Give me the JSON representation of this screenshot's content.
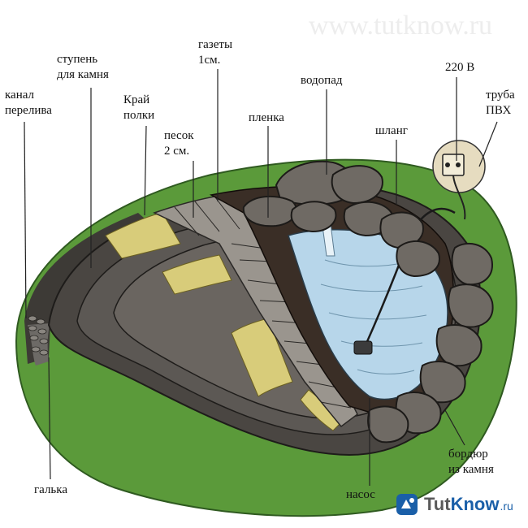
{
  "labels": {
    "kanal": [
      "канал",
      "перелива"
    ],
    "stupen": [
      "ступень",
      "для камня"
    ],
    "kray": [
      "Край",
      "полки"
    ],
    "pesok": [
      "песок",
      "2 см."
    ],
    "gazety": [
      "газеты",
      "1см."
    ],
    "plenka": "пленка",
    "vodopad": "водопад",
    "v220": "220 В",
    "truba": [
      "труба",
      "ПВХ"
    ],
    "shlang": "шланг",
    "galka": "галька",
    "nasos": "насос",
    "bordyur": [
      "бордюр",
      "из камня"
    ]
  },
  "brand": {
    "name_part1": "Tut",
    "name_part2": "Know",
    "domain": ".ru"
  },
  "colors": {
    "grass": "#5b9a3a",
    "water": "#b7d6ea",
    "film": "#3a2e26",
    "sand": "#d8cc7a",
    "brand_blue": "#1a5fa8"
  }
}
